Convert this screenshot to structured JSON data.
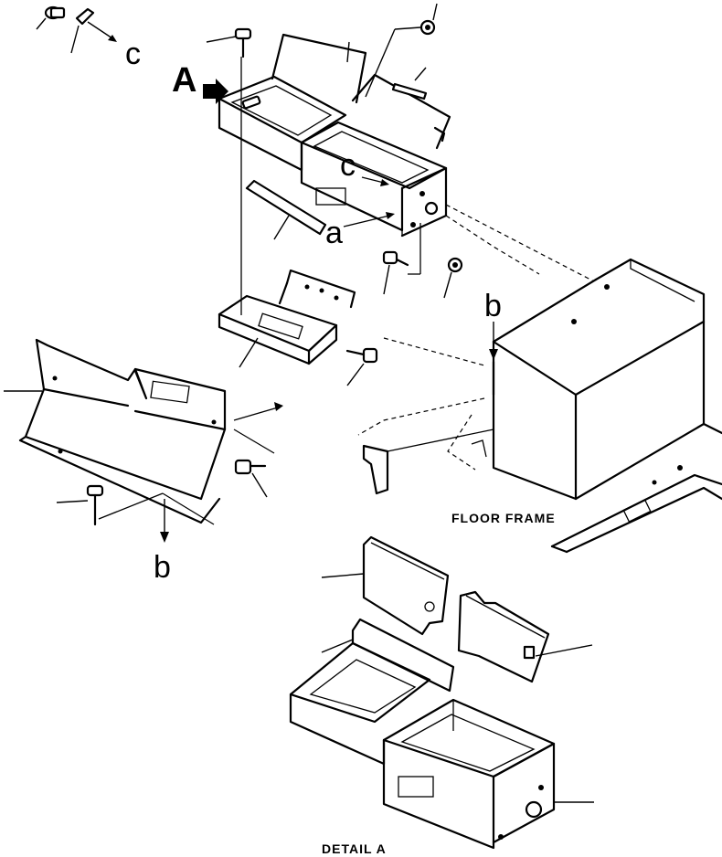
{
  "labels": {
    "view_a": "A",
    "ref_c": "c",
    "ref_a": "a",
    "ref_b": "b",
    "floor_frame": "FLOOR FRAME",
    "detail_a": "DETAIL A"
  }
}
